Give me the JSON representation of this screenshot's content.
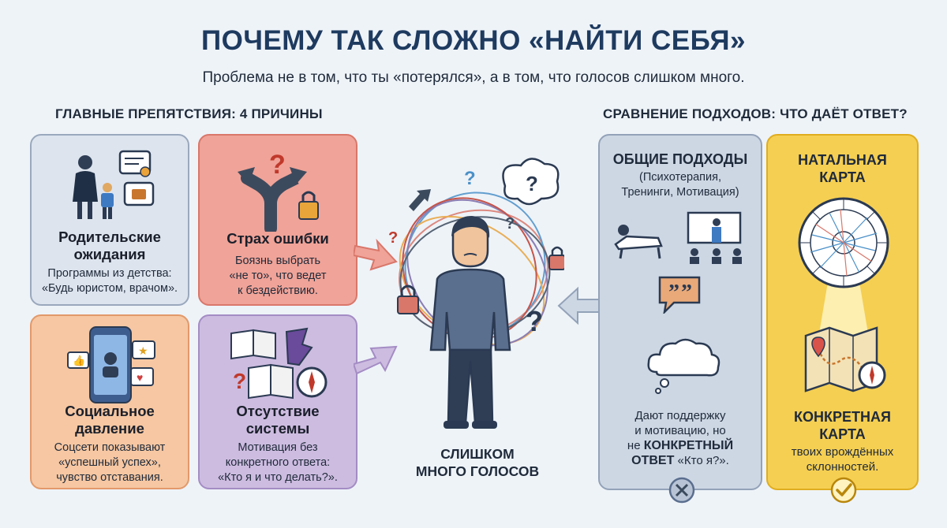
{
  "header": {
    "title": "ПОЧЕМУ ТАК СЛОЖНО «НАЙТИ СЕБЯ»",
    "subtitle": "Проблема не в том, что ты «потерялся», а в том, что голосов слишком много."
  },
  "obstacles": {
    "heading": "ГЛАВНЫЕ ПРЕПЯТСТВИЯ: 4 ПРИЧИНЫ",
    "cards": [
      {
        "title": "Родительские\nожидания",
        "desc": "Программы из детства:\n«Будь юристом, врачом».",
        "icon": "parent-child-icon"
      },
      {
        "title": "Страх ошибки",
        "desc": "Боязнь выбрать\n«не то», что ведет\nк бездействию.",
        "icon": "crossroads-lock-icon"
      },
      {
        "title": "Социальное\nдавление",
        "desc": "Соцсети показывают\n«успешный успех»,\nчувство отставания.",
        "icon": "smartphone-social-icon"
      },
      {
        "title": "Отсутствие\nсистемы",
        "desc": "Мотивация без\nконкретного ответа:\n«Кто я и что делать?».",
        "icon": "torn-book-compass-icon"
      }
    ]
  },
  "center": {
    "label": "СЛИШКОМ\nМНОГО ГОЛОСОВ"
  },
  "comparison": {
    "heading": "СРАВНЕНИЕ ПОДХОДОВ: ЧТО ДАЁТ ОТВЕТ?",
    "general": {
      "title": "ОБЩИЕ ПОДХОДЫ",
      "subtitle": "(Психотерапия,\nТренинги, Мотивация)",
      "desc_line1": "Дают поддержку",
      "desc_line2": "и мотивацию, но",
      "desc_line3": "не",
      "desc_bold1": "КОНКРЕТНЫЙ",
      "desc_bold2": "ОТВЕТ",
      "desc_tail": "«Кто я?».",
      "status_icon": "cross-icon"
    },
    "natal": {
      "title": "НАТАЛЬНАЯ\nКАРТА",
      "result_title": "КОНКРЕТНАЯ\nКАРТА",
      "desc": "твоих врождённых\nсклонностей.",
      "status_icon": "check-icon"
    }
  },
  "colors": {
    "title": "#1e3a5f",
    "card_parents": "#dde4ee",
    "card_fear": "#f0a398",
    "card_social": "#f6c7a2",
    "card_system": "#cdbce0",
    "panel_general": "#cdd7e4",
    "panel_natal": "#f5cf52"
  }
}
